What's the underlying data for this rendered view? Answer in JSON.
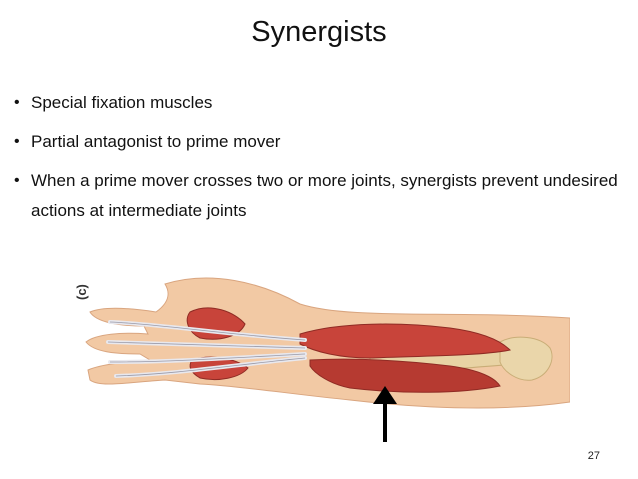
{
  "slide": {
    "title": "Synergists",
    "bullets": [
      "Special fixation muscles",
      "Partial antagonist to prime mover",
      "When a prime mover crosses two or more joints, synergists prevent undesired actions at intermediate joints"
    ],
    "figure_label": "(c)",
    "page_number": "27"
  },
  "colors": {
    "text": "#111111",
    "skin": "#f2c9a4",
    "muscle": "#c8443a",
    "tendon": "#e8e8ee",
    "bone": "#e8d3a4",
    "arrow": "#000000"
  },
  "icons": {
    "bullet": "bullet-dot-icon",
    "arrow": "up-arrow-icon"
  }
}
